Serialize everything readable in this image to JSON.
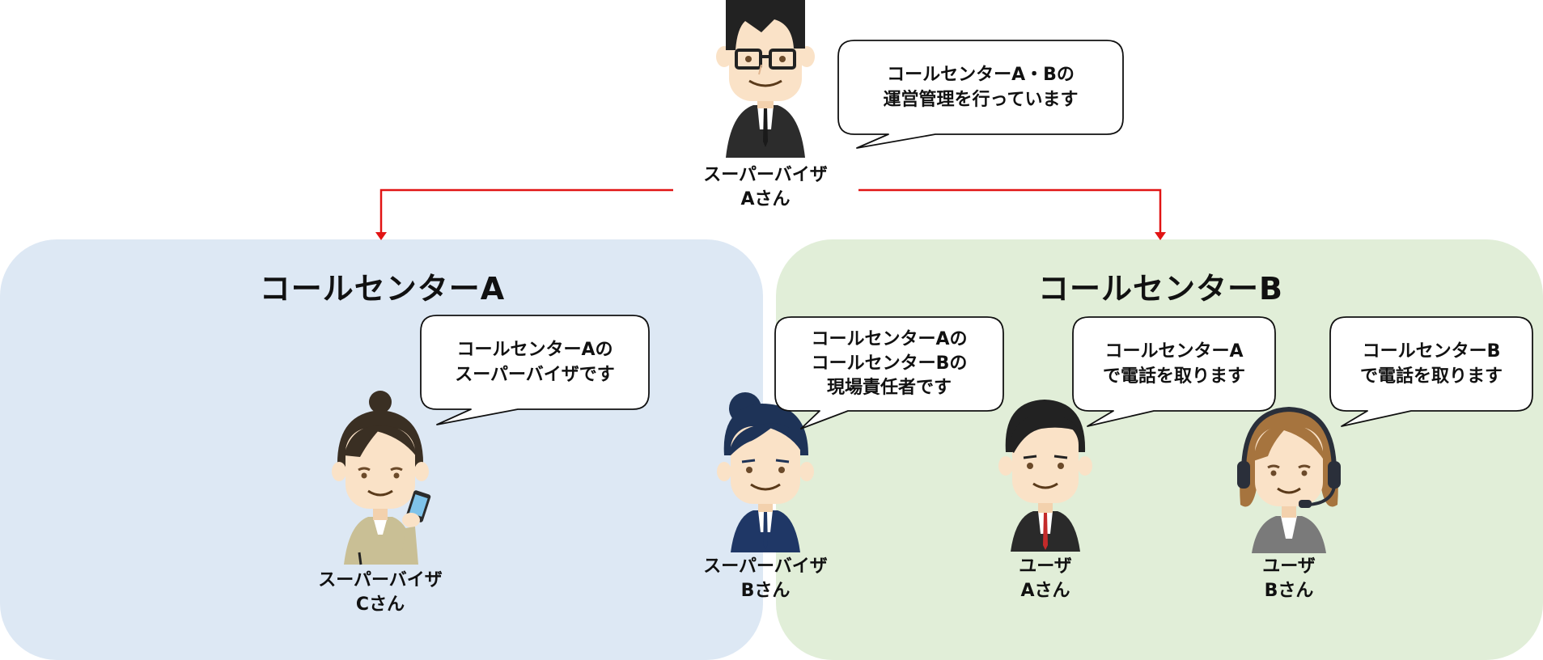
{
  "colors": {
    "region_a": "#dde8f4",
    "region_b": "#e1eed8",
    "connector": "#e11414",
    "bubble_stroke": "#111111"
  },
  "regions": {
    "a": {
      "title": "コールセンターA"
    },
    "b": {
      "title": "コールセンターB"
    }
  },
  "people": {
    "sv_a": {
      "icon": "manager-glasses-icon",
      "line1": "スーパーバイザ",
      "line2": "Aさん"
    },
    "sv_c": {
      "icon": "woman-phone-icon",
      "line1": "スーパーバイザ",
      "line2": "Cさん"
    },
    "sv_b": {
      "icon": "man-blue-hair-icon",
      "line1": "スーパーバイザ",
      "line2": "Bさん"
    },
    "user_a": {
      "icon": "man-red-tie-icon",
      "line1": "ユーザ",
      "line2": "Aさん"
    },
    "user_b": {
      "icon": "woman-headset-icon",
      "line1": "ユーザ",
      "line2": "Bさん"
    }
  },
  "bubbles": {
    "sv_a": [
      "コールセンターA・Bの",
      "運営管理を行っています"
    ],
    "sv_c": [
      "コールセンターAの",
      "スーパーバイザです"
    ],
    "sv_b": [
      "コールセンターAの",
      "コールセンターBの",
      "現場責任者です"
    ],
    "user_a": [
      "コールセンターA",
      "で電話を取ります"
    ],
    "user_b": [
      "コールセンターB",
      "で電話を取ります"
    ]
  }
}
